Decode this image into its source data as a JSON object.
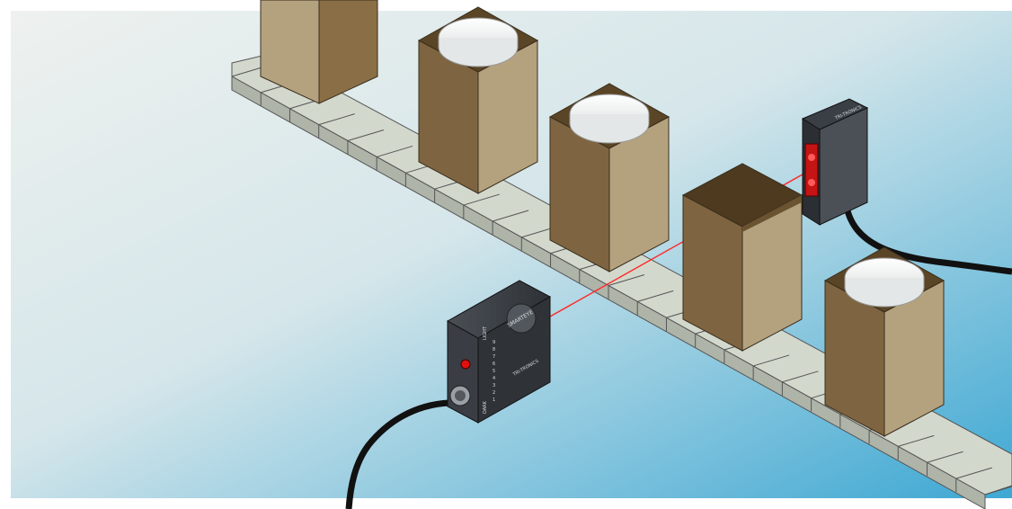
{
  "scene": {
    "description_free": true,
    "background_gradient": [
      "#e9eeee",
      "#c7dde6",
      "#4fb0d6"
    ],
    "belt_color": "#c9cfc4",
    "box_side_dark": "#7e6440",
    "box_side_light": "#b4a27f",
    "lid_color": "#f2f4f4",
    "beam_color": "#ff3030"
  },
  "sensor": {
    "brand_text": "SMARTEYE",
    "label_light": "LIGHT",
    "label_dark": "DARK",
    "badge_text": "TRI-TRONICS",
    "scale_digits": [
      "9",
      "8",
      "7",
      "6",
      "5",
      "4",
      "3",
      "2",
      "1"
    ]
  },
  "receiver": {
    "brand_text": "TRI-TRONICS"
  }
}
